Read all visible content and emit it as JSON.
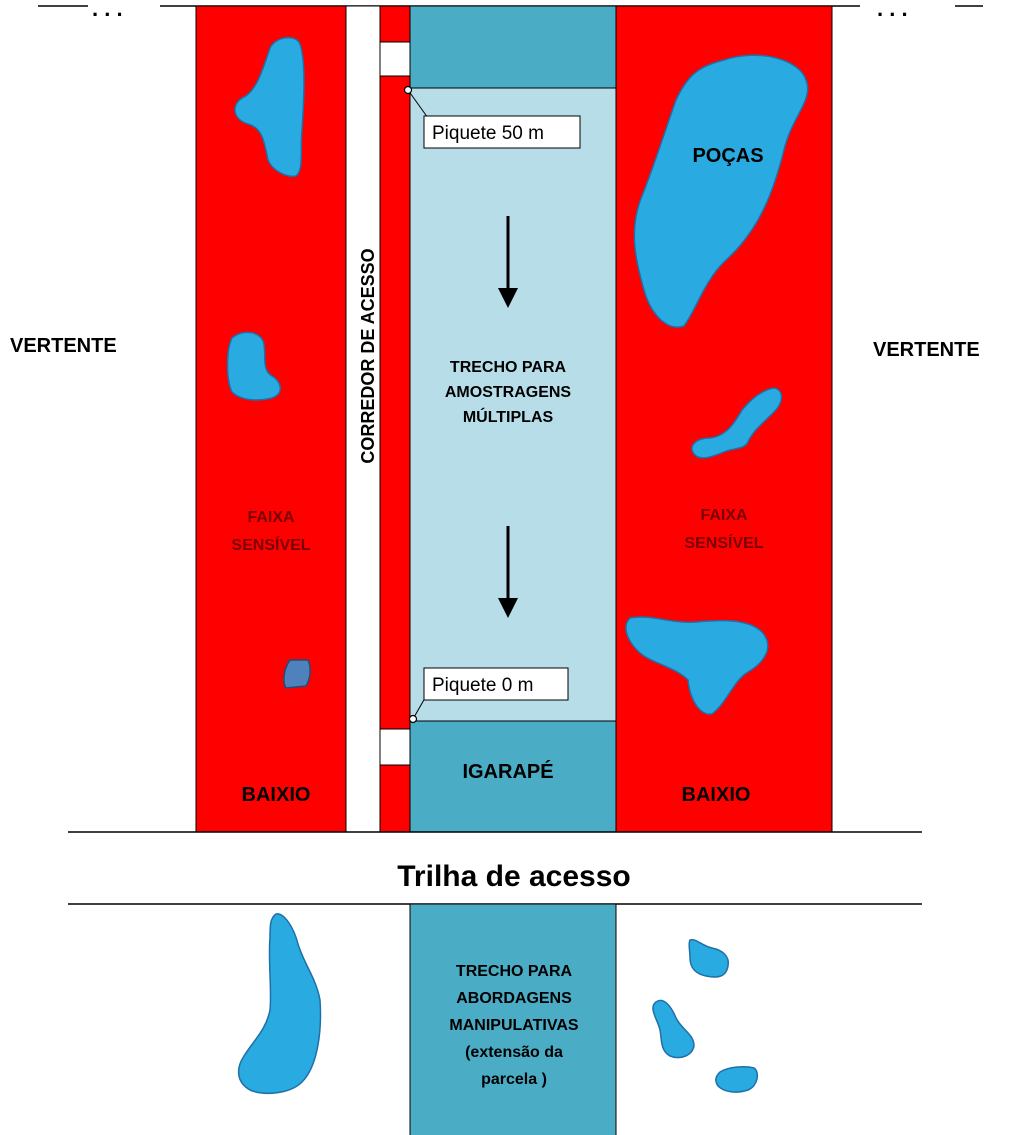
{
  "labels": {
    "vertente_left": "VERTENTE",
    "vertente_right": "VERTENTE",
    "faixa_left_line1": "FAIXA",
    "faixa_left_line2": "SENSÍVEL",
    "faixa_right_line1": "FAIXA",
    "faixa_right_line2": "SENSÍVEL",
    "baixio_left": "BAIXIO",
    "baixio_right": "BAIXIO",
    "pocas": "POÇAS",
    "igarape": "IGARAPÉ",
    "corredor": "CORREDOR DE ACESSO",
    "trecho_multi_line1": "TRECHO PARA",
    "trecho_multi_line2": "AMOSTRAGENS",
    "trecho_multi_line3": "MÚLTIPLAS",
    "piquete_50": "Piquete 50 m",
    "piquete_0": "Piquete 0 m",
    "trilha": "Trilha de acesso",
    "trecho_manip_line1": "TRECHO PARA",
    "trecho_manip_line2": "ABORDAGENS",
    "trecho_manip_line3": "MANIPULATIVAS",
    "trecho_manip_line4": "(extensão da",
    "trecho_manip_line5": "parcela )",
    "ellipsis_left": ". . .",
    "ellipsis_right": ". . ."
  },
  "colors": {
    "sensitive_strip": "#ff0000",
    "stream": "#4bacc6",
    "sampling_section": "#b7dde8",
    "pond": "#29abe2",
    "pond_dark": "#4f81bd",
    "outline": "#000000"
  }
}
